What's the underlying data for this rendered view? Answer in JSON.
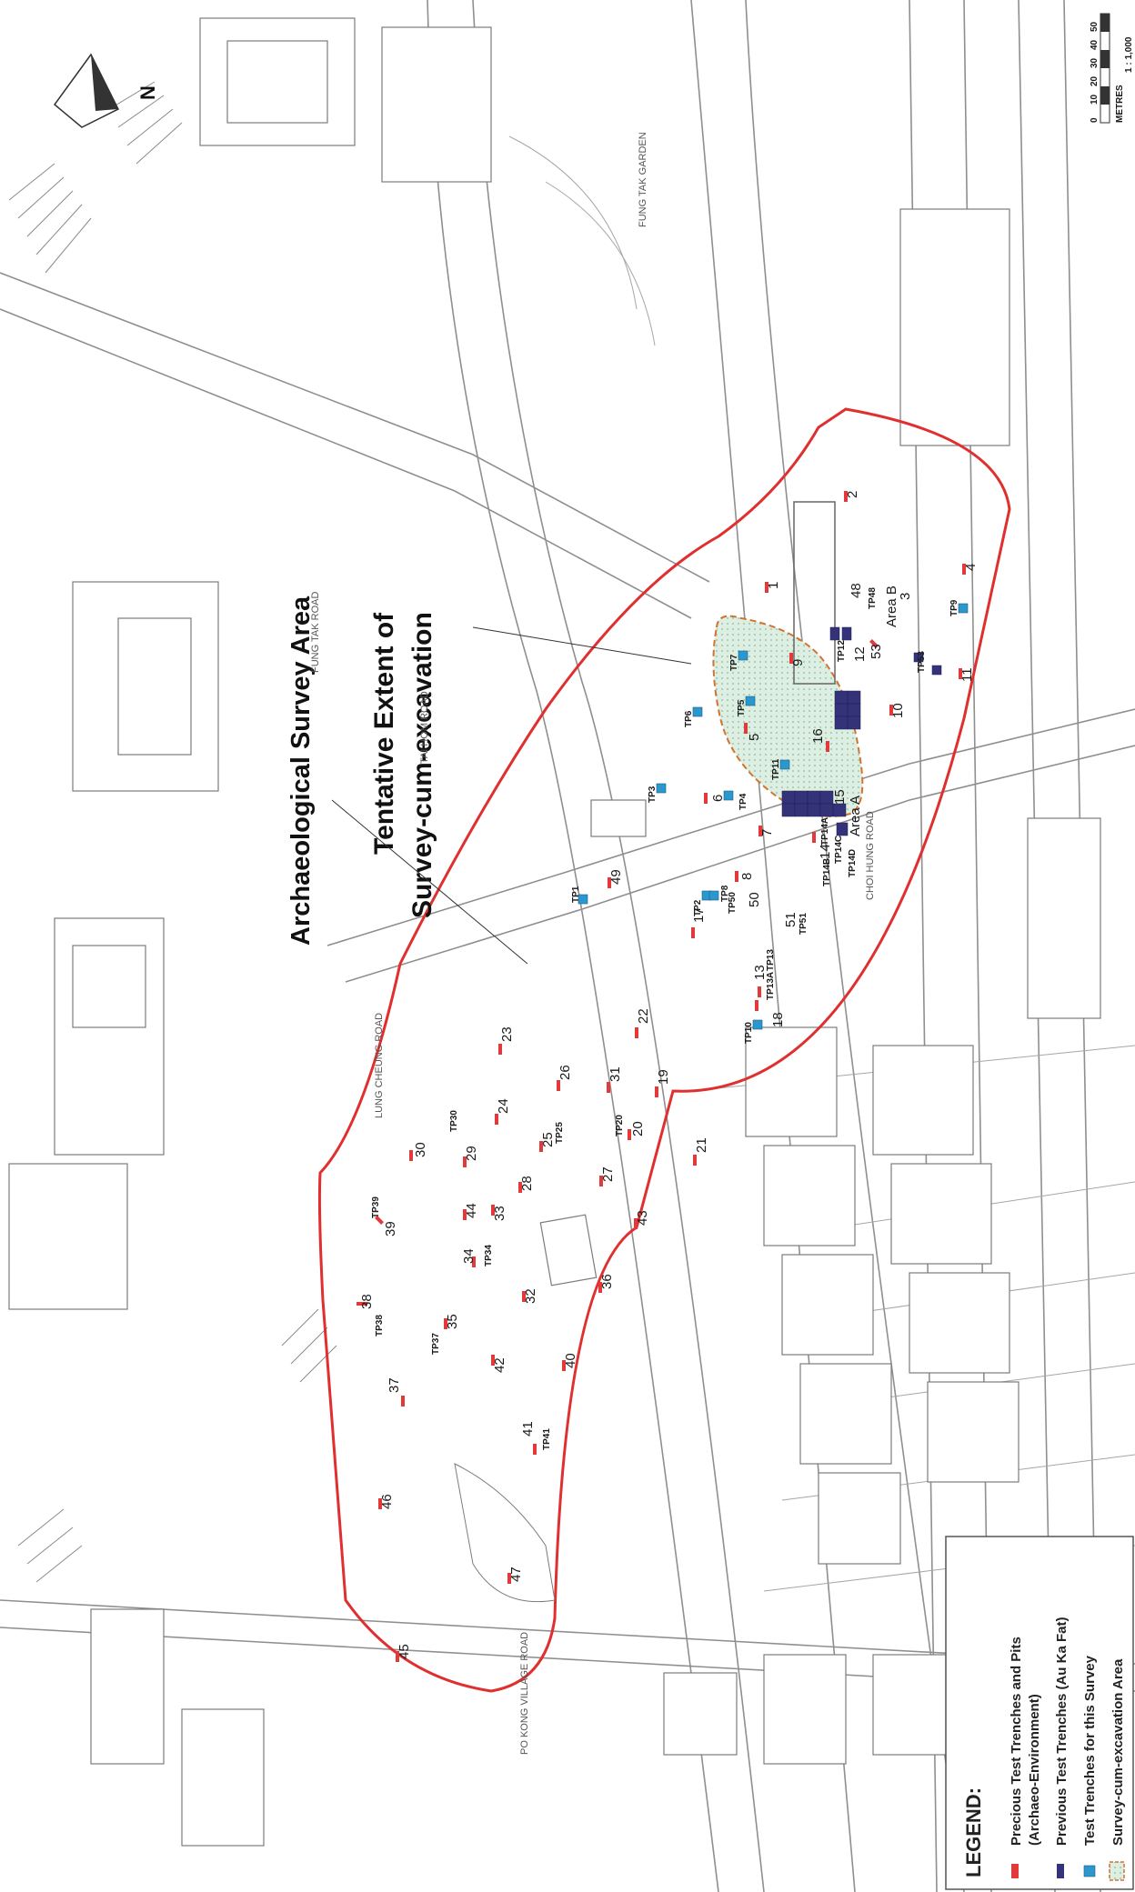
{
  "map": {
    "north_symbol": "N",
    "scale_text": "1 : 1,000",
    "scale_unit": "METRES",
    "scale_ticks": [
      "0",
      "10",
      "20",
      "30",
      "40",
      "50"
    ],
    "area_labels": {
      "survey_area": "Archaeological Survey Area",
      "tentative_line1": "Tentative Extent of",
      "tentative_line2": "Survey-cum-excavation",
      "area_a": "Area A",
      "area_b": "Area B"
    },
    "road_names": {
      "fung_tak_road": "FUNG TAK ROAD",
      "lung_cheung_road": "LUNG CHEUNG ROAD",
      "po_kong_village_road": "PO KONG VILLAGE ROAD",
      "choi_hung_road": "CHOI HUNG ROAD",
      "tai_hom_road": "TAI HOM ROAD",
      "fung_tak_garden": "FUNG TAK GARDEN"
    },
    "colors": {
      "boundary": "#e02f2f",
      "previous_trench": "#e23a3a",
      "au_ka_fat": "#34337a",
      "this_survey": "#2b97cc",
      "excavation_area": "#dcefe2"
    },
    "previous_trench_labels": [
      "1",
      "2",
      "3",
      "4",
      "5",
      "6",
      "7",
      "8",
      "9",
      "10",
      "11",
      "12",
      "13",
      "14",
      "15",
      "16",
      "17",
      "18",
      "19",
      "20",
      "21",
      "22",
      "23",
      "24",
      "25",
      "26",
      "27",
      "28",
      "29",
      "30",
      "31",
      "32",
      "33",
      "34",
      "35",
      "36",
      "37",
      "38",
      "39",
      "40",
      "41",
      "42",
      "43",
      "44",
      "45",
      "46",
      "47",
      "48",
      "49",
      "50",
      "51",
      "53"
    ],
    "test_pit_labels": [
      "TP1",
      "TP2",
      "TP3",
      "TP4",
      "TP5",
      "TP6",
      "TP7",
      "TP8",
      "TP9",
      "TP10",
      "TP11",
      "TP12",
      "TP13",
      "TP13A",
      "TP14A",
      "TP14B",
      "TP14C",
      "TP14D",
      "TP20",
      "TP25",
      "TP30",
      "TP34",
      "TP37",
      "TP38",
      "TP39",
      "TP41",
      "TP48",
      "TP50",
      "TP51",
      "TP53"
    ]
  },
  "legend": {
    "title": "LEGEND:",
    "items": [
      {
        "line1": "Precious Test Trenches and Pits",
        "line2": "(Archaeo-Environment)",
        "swatch": "#e23a3a"
      },
      {
        "line1": "Previous Test Trenches (Au Ka Fat)",
        "line2": "",
        "swatch": "#34337a"
      },
      {
        "line1": "Test Trenches for this Survey",
        "line2": "",
        "swatch": "#2b97cc"
      },
      {
        "line1": "Survey-cum-excavation Area",
        "line2": "",
        "swatch": "#dcefe2"
      }
    ]
  }
}
